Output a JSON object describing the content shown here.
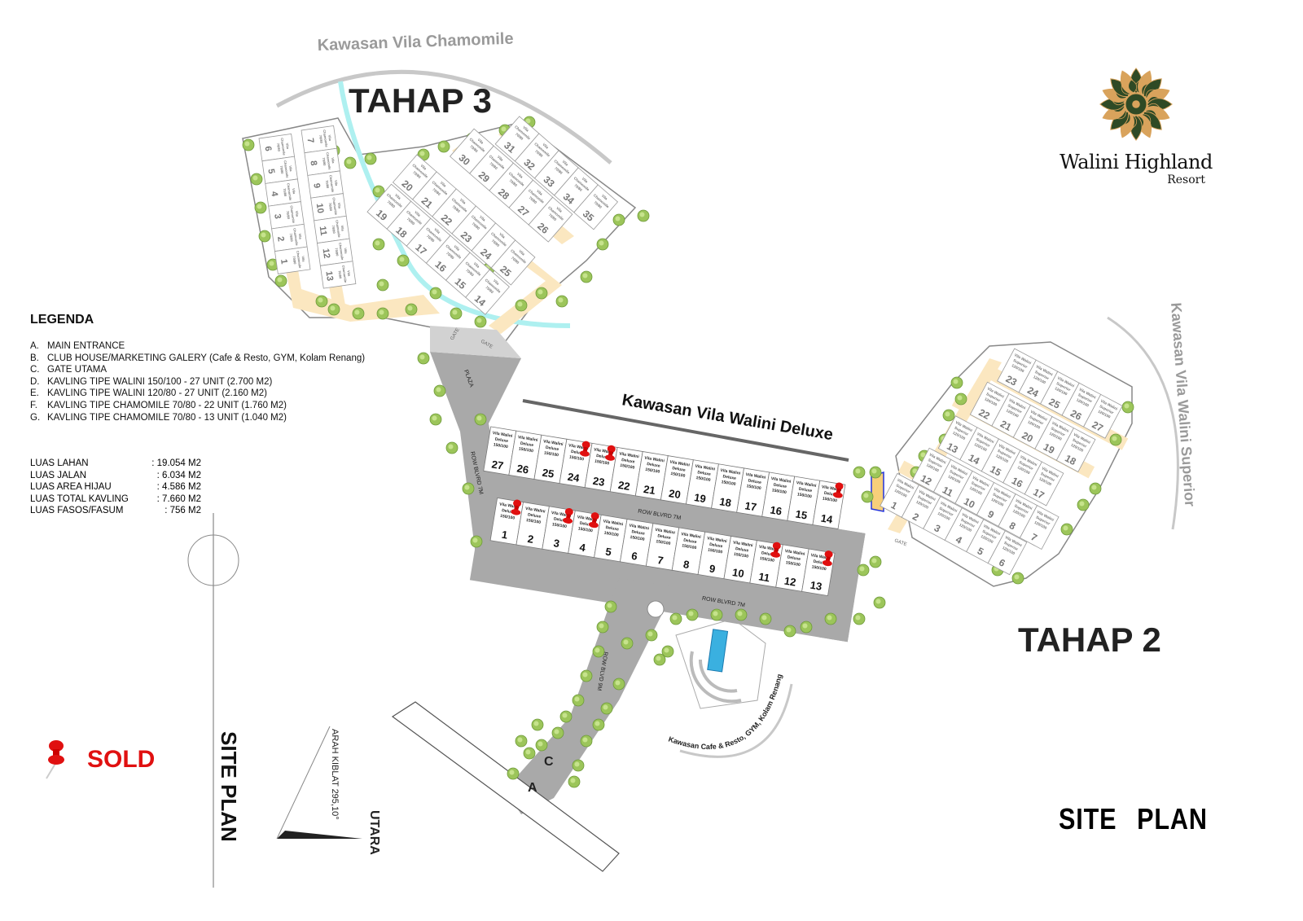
{
  "title": "SITE PLAN",
  "brand": {
    "name": "Walini Highland",
    "sub": "Resort"
  },
  "areas": {
    "chamomile": "Kawasan Vila Chamomile",
    "deluxe": "Kawasan Vila Walini Deluxe",
    "superior": "Kawasan Vila Walini Superior",
    "cafe": "Kawasan Cafe & Resto, GYM, Kolam Renang"
  },
  "phases": {
    "tahap3": "TAHAP 3",
    "tahap2": "TAHAP 2"
  },
  "roads": {
    "plaza": "PLAZA",
    "row7_a": "ROW BLVRD 7M",
    "row7_b": "ROW BLVRD 7M",
    "row7_c": "ROW BLVRD 7M",
    "row9": "ROW BLVD 9M",
    "gate": "GATE"
  },
  "markers": {
    "a": "A",
    "c": "C"
  },
  "compass": {
    "kiblat": "ARAH KIBLAT 295,10°",
    "north": "UTARA"
  },
  "legend": {
    "title": "LEGENDA",
    "items": [
      {
        "key": "A.",
        "label": "MAIN ENTRANCE"
      },
      {
        "key": "B.",
        "label": "CLUB HOUSE/MARKETING GALERY (Cafe & Resto, GYM, Kolam Renang)"
      },
      {
        "key": "C.",
        "label": "GATE UTAMA"
      },
      {
        "key": "D.",
        "label": "KAVLING TIPE WALINI 150/100 - 27 UNIT (2.700 M2)"
      },
      {
        "key": "E.",
        "label": "KAVLING TIPE WALINI 120/80 - 27 UNIT (2.160 M2)"
      },
      {
        "key": "F.",
        "label": "KAVLING TIPE CHAMOMILE 70/80 - 22 UNIT (1.760 M2)"
      },
      {
        "key": "G.",
        "label": "KAVLING TIPE CHAMOMILE 70/80 - 13 UNIT (1.040 M2)"
      }
    ]
  },
  "stats": [
    {
      "label": "LUAS LAHAN",
      "value": ": 19.054 M2"
    },
    {
      "label": "LUAS JALAN",
      "value": ":   6.034 M2"
    },
    {
      "label": "LUAS AREA HIJAU",
      "value": ":   4.586 M2"
    },
    {
      "label": "LUAS TOTAL KAVLING",
      "value": ":   7.660 M2"
    },
    {
      "label": "LUAS FASOS/FASUM",
      "value": ":      756 M2"
    }
  ],
  "sold_label": "SOLD",
  "colors": {
    "sold": "#e01010",
    "road": "#a9a9a9",
    "path": "#fbe7c0",
    "tree": "#9cc55a",
    "pool": "#3ab0e0",
    "gold": "#d9a35c",
    "green_dark": "#2f4a25"
  },
  "plot_types": {
    "deluxe": [
      "Vila Walini",
      "Deluxe",
      "150/100"
    ],
    "superior": [
      "Vila Walini",
      "Superior",
      "120/100"
    ],
    "chamomile": [
      "Vila",
      "Chamomile",
      "70/80"
    ]
  },
  "deluxe": {
    "top_row": [
      27,
      26,
      25,
      24,
      23,
      22,
      21,
      20,
      19,
      18,
      17,
      16,
      15,
      14
    ],
    "bottom_row": [
      1,
      2,
      3,
      4,
      5,
      6,
      7,
      8,
      9,
      10,
      11,
      12,
      13
    ],
    "sold": [
      24,
      23,
      14,
      1,
      3,
      4,
      11,
      13
    ]
  },
  "tahap2": {
    "rows": [
      [
        1,
        2,
        3,
        4,
        5,
        6
      ],
      [
        12,
        11,
        10,
        9,
        8,
        7
      ],
      [
        13,
        14,
        15,
        16,
        17
      ],
      [
        22,
        21,
        20,
        19,
        18
      ],
      [
        23,
        24,
        25,
        26,
        27
      ]
    ]
  },
  "tahap3": {
    "col1": [
      6,
      5,
      4,
      3,
      2,
      1
    ],
    "col2": [
      7,
      8,
      9,
      10,
      11,
      12,
      13
    ],
    "rows": [
      [
        20,
        21,
        22,
        23,
        24,
        25
      ],
      [
        19,
        18,
        17,
        16,
        15,
        14
      ],
      [
        30,
        29,
        28,
        27,
        26
      ],
      [
        31,
        32,
        33,
        34,
        35
      ]
    ]
  }
}
